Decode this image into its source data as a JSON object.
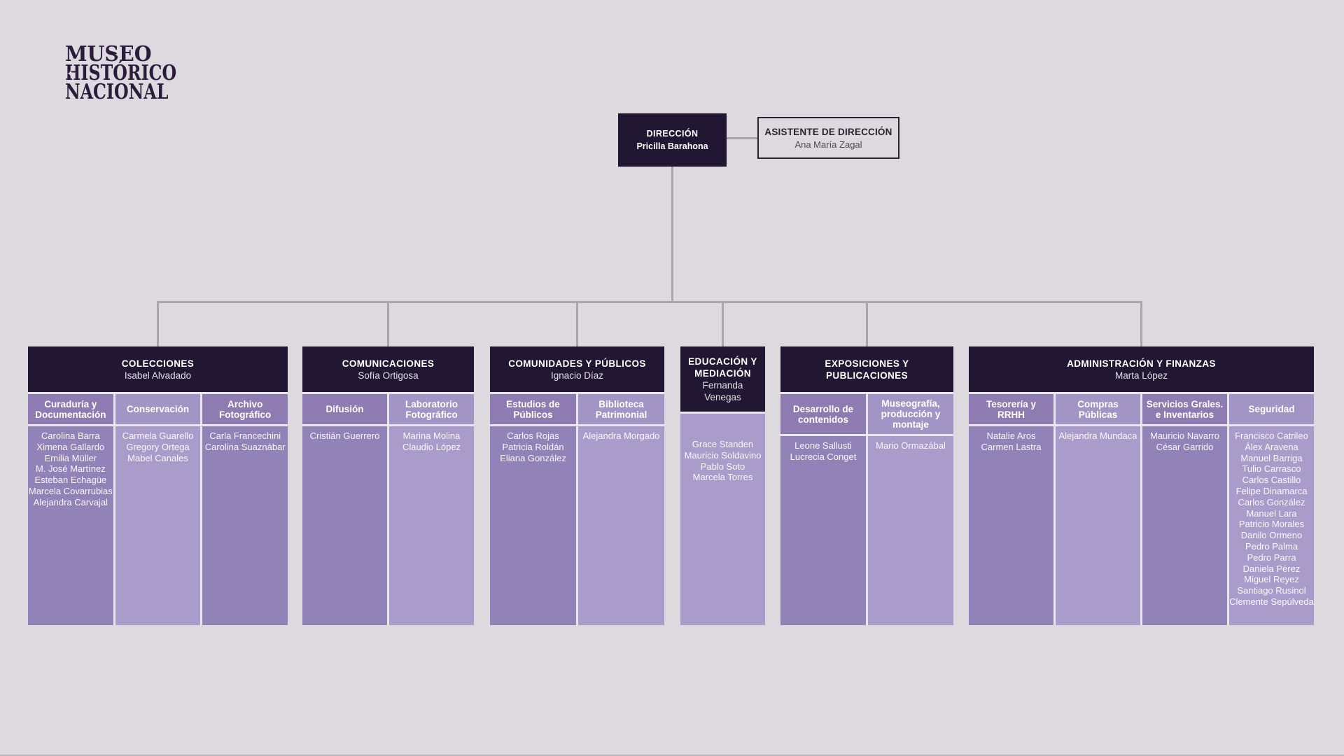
{
  "palette": {
    "background": "#dcdade",
    "header_dark": "#221733",
    "unit_dark_header": "#8d7bb2",
    "unit_dark_body": "#9182b8",
    "unit_light_header": "#a294c5",
    "unit_light_body": "#a99bca",
    "connector_gray": "#a9a7ac",
    "logo_text": "#2b1c3c"
  },
  "icons": {
    "logo_star": "✦"
  },
  "logo": {
    "lines": [
      "MUSEO",
      "HISTÓRICO",
      "NACIONAL"
    ]
  },
  "direction": {
    "title": "DIRECCIÓN",
    "name": "Pricilla Barahona"
  },
  "assistant": {
    "title": "ASISTENTE DE DIRECCIÓN",
    "name": "Ana María Zagal"
  },
  "departments": [
    {
      "title": "COLECCIONES",
      "manager": "Isabel Alvadado",
      "units": [
        {
          "name": "Curaduría y Documentación",
          "shade": "dark",
          "members": [
            "Carolina Barra",
            "Ximena Gallardo",
            "Emilia Müller",
            "M. José Martínez",
            "Esteban Echagüe",
            "Marcela Covarrubias",
            "Alejandra Carvajal"
          ]
        },
        {
          "name": "Conservación",
          "shade": "light",
          "members": [
            "Carmela Guarello",
            "Gregory Ortega",
            "Mabel Canales"
          ]
        },
        {
          "name": "Archivo Fotográfico",
          "shade": "dark",
          "members": [
            "Carla Francechini",
            "Carolina Suaznábar"
          ]
        }
      ]
    },
    {
      "title": "COMUNICACIONES",
      "manager": "Sofía Ortigosa",
      "units": [
        {
          "name": "Difusión",
          "shade": "dark",
          "members": [
            "Cristián Guerrero"
          ]
        },
        {
          "name": "Laboratorio Fotográfico",
          "shade": "light",
          "members": [
            "Marina Molina",
            "Claudio López"
          ]
        }
      ]
    },
    {
      "title": "COMUNIDADES Y PÚBLICOS",
      "manager": "Ignacio Díaz",
      "units": [
        {
          "name": "Estudios de Públicos",
          "shade": "dark",
          "members": [
            "Carlos Rojas",
            "Patricia Roldán",
            "Eliana González"
          ]
        },
        {
          "name": "Biblioteca Patrimonial",
          "shade": "light",
          "members": [
            "Alejandra Morgado"
          ]
        }
      ]
    },
    {
      "title": "EDUCACIÓN Y MEDIACIÓN",
      "manager": "Fernanda Venegas",
      "units": [
        {
          "name": "",
          "shade": "light",
          "members": [
            "Grace Standen",
            "Mauricio Soldavino",
            "Pablo Soto",
            "Marcela Torres"
          ]
        }
      ]
    },
    {
      "title": "EXPOSICIONES Y PUBLICACIONES",
      "manager": "",
      "units": [
        {
          "name": "Desarrollo de contenidos",
          "shade": "dark",
          "members": [
            "Leone Sallusti",
            "Lucrecia Conget"
          ]
        },
        {
          "name": "Museografía, producción y montaje",
          "shade": "light",
          "members": [
            "Mario Ormazábal"
          ]
        }
      ]
    },
    {
      "title": "ADMINISTRACIÓN Y FINANZAS",
      "manager": "Marta López",
      "units": [
        {
          "name": "Tesorería y RRHH",
          "shade": "dark",
          "members": [
            "Natalie Aros",
            "Carmen Lastra"
          ]
        },
        {
          "name": "Compras Públicas",
          "shade": "light",
          "members": [
            "Alejandra Mundaca"
          ]
        },
        {
          "name": "Servicios Grales. e Inventarios",
          "shade": "dark",
          "members": [
            "Mauricio Navarro",
            "César Garrido"
          ]
        },
        {
          "name": "Seguridad",
          "shade": "light",
          "members": [
            "Francisco Catrileo",
            "Álex Aravena",
            "Manuel Barriga",
            "Tulio Carrasco",
            "Carlos Castillo",
            "Felipe Dinamarca",
            "Carlos González",
            "Manuel Lara",
            "Patricio Morales",
            "Danilo Ormeno",
            "Pedro Palma",
            "Pedro Parra",
            "Daniela Pérez",
            "Miguel Reyez",
            "Santiago Rusinol",
            "Clemente Sepúlveda"
          ]
        }
      ]
    }
  ]
}
